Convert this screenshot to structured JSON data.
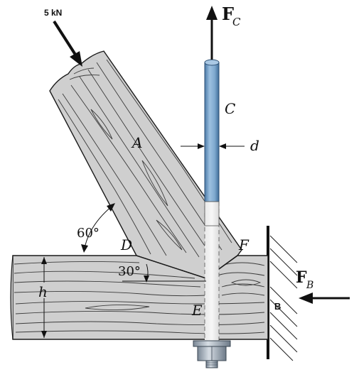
{
  "labels": {
    "load": "5 kN",
    "force_c_main": "F",
    "force_c_sub": "C",
    "force_b_main": "F",
    "force_b_sub": "B",
    "point_a": "A",
    "point_c": "C",
    "point_d": "D",
    "point_e": "E",
    "point_f": "F",
    "dim_d": "d",
    "dim_h": "h",
    "angle_60": "60°",
    "angle_30": "30°",
    "support_b": "B"
  },
  "colors": {
    "wood": "#cfcfcf",
    "wood_dark": "#b4b4b4",
    "rod": "#7fa9cf",
    "rod_dark": "#4a7aa8",
    "ink": "#111111"
  }
}
